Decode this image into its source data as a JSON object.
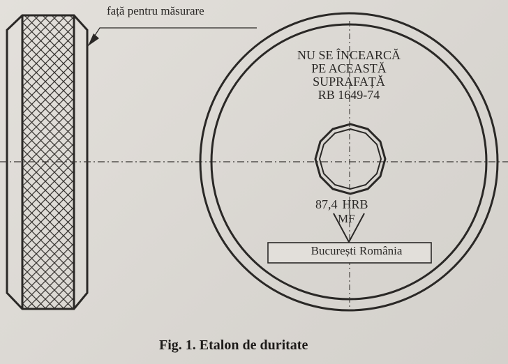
{
  "figure": {
    "caption": "Fig. 1. Etalon de duritate",
    "left_view": {
      "callout_label": "față pentru măsurare"
    },
    "right_view": {
      "stamp_lines": [
        "NU SE ÎNCEARCĂ",
        "PE ACEASTĂ",
        "SUPRAFAȚĂ",
        "RB 1649-74"
      ],
      "hardness_value": "87,4",
      "hardness_unit": "HRB",
      "maker_mark": "MF",
      "origin_label": "București România"
    },
    "colors": {
      "ink": "#2a2826",
      "paper": "#dddad5"
    }
  }
}
